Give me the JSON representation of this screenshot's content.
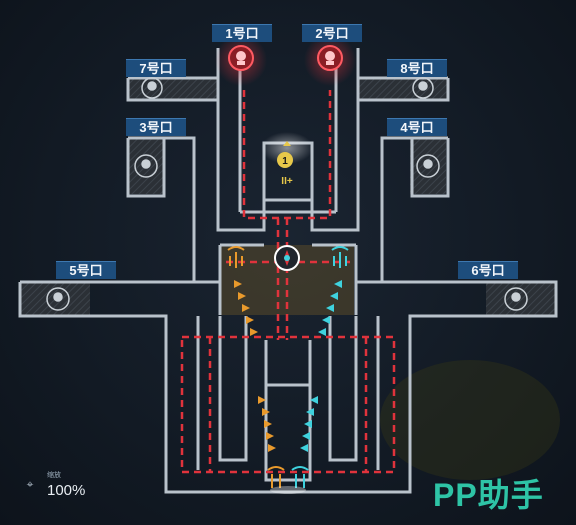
{
  "spawn_points": [
    {
      "id": "1",
      "label": "1号口"
    },
    {
      "id": "2",
      "label": "2号口"
    },
    {
      "id": "3",
      "label": "3号口"
    },
    {
      "id": "4",
      "label": "4号口"
    },
    {
      "id": "5",
      "label": "5号口"
    },
    {
      "id": "6",
      "label": "6号口"
    },
    {
      "id": "7",
      "label": "7号口"
    },
    {
      "id": "8",
      "label": "8号口"
    }
  ],
  "objective_marker": {
    "number": "1",
    "icon": "chevron-up-icon"
  },
  "zoom": {
    "caption": "缩放",
    "value": "100%",
    "icon": "target-bracket-icon"
  },
  "watermark": {
    "text": "PP助手"
  },
  "colors": {
    "wall": "#b9c2cb",
    "enemy_red": "#e0333c",
    "path_red": "#e0333c",
    "ally_orange": "#e99a2c",
    "ally_cyan": "#3fd2de",
    "label_bg": "#1d4d7c",
    "gold": "#e7c84a",
    "watermark": "#2ec4a6"
  }
}
